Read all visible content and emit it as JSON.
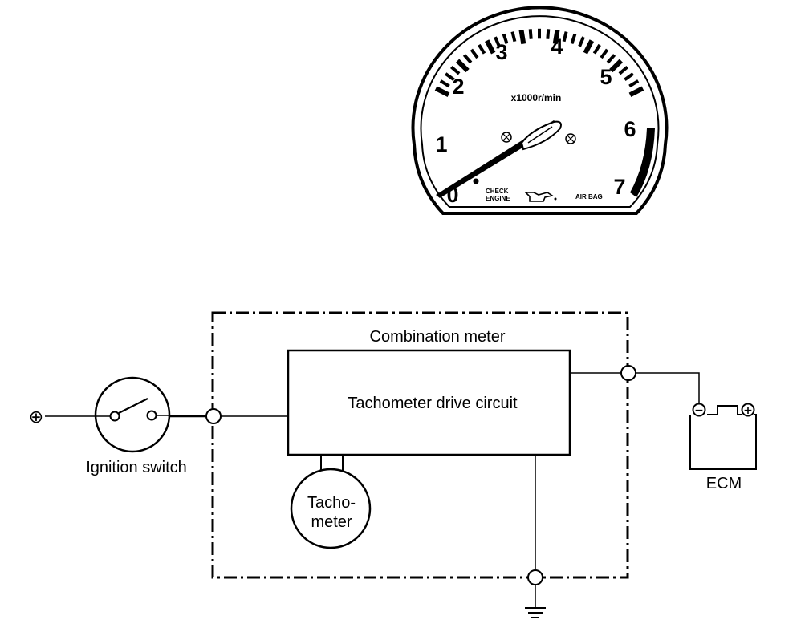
{
  "tachometer_face": {
    "scale_numbers": [
      "0",
      "1",
      "2",
      "3",
      "4",
      "5",
      "6",
      "7"
    ],
    "unit": "x1000r/min",
    "warning_check_line1": "CHECK",
    "warning_check_line2": "ENGINE",
    "warning_airbag": "AIR BAG",
    "oil_icon": "oil-can-icon"
  },
  "circuit": {
    "battery_symbol": "⊕",
    "ignition_switch_label": "Ignition switch",
    "combination_meter_label": "Combination meter",
    "drive_circuit_label": "Tachometer drive circuit",
    "tachometer_line1": "Tacho-",
    "tachometer_line2": "meter",
    "ecm_label": "ECM",
    "ecm_minus": "−",
    "ecm_plus": "+",
    "ground_icon": "ground-icon"
  }
}
